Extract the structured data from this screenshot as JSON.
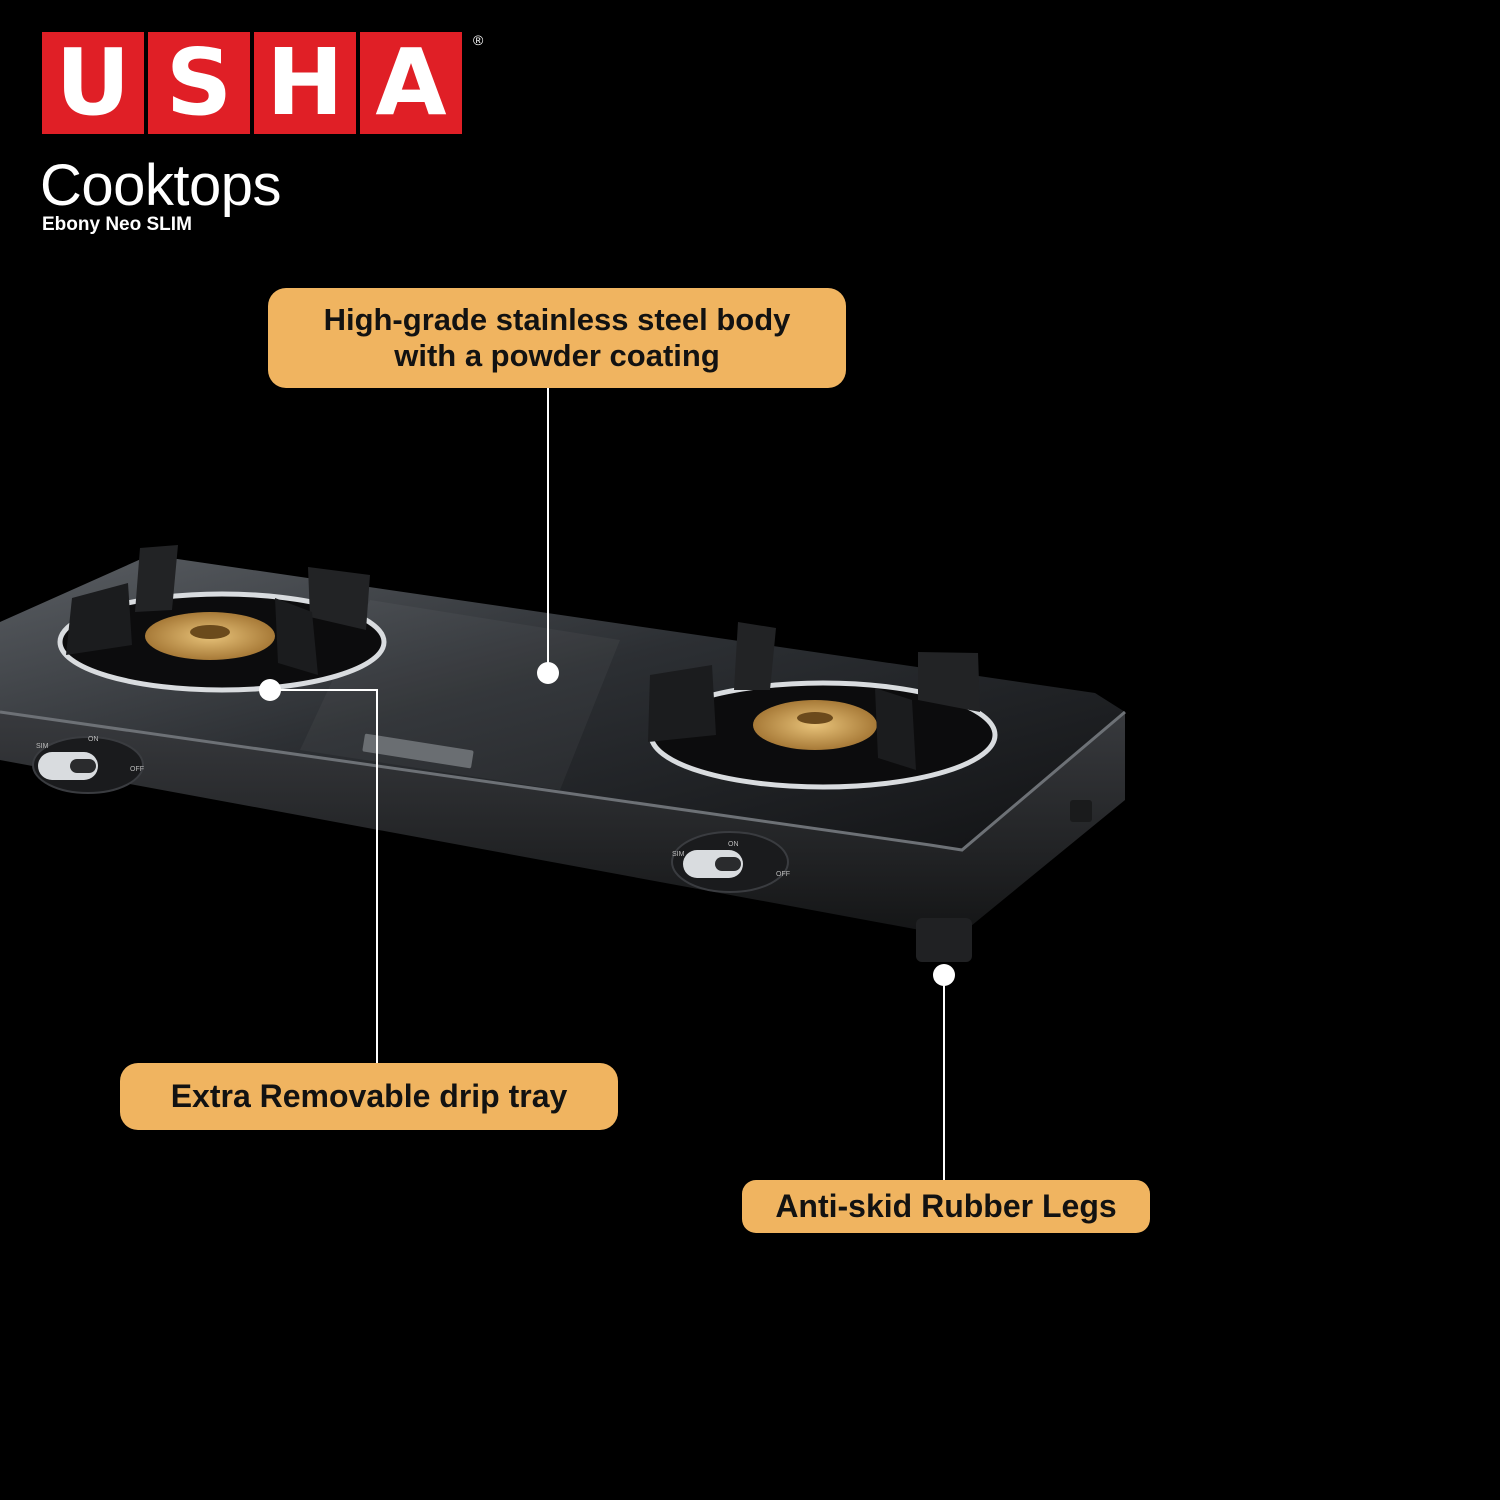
{
  "brand": {
    "letters": [
      "U",
      "S",
      "H",
      "A"
    ],
    "registered_mark": "®",
    "color": "#e01f26"
  },
  "product": {
    "line": "Cooktops",
    "model": "Ebony Neo SLIM"
  },
  "callouts": {
    "body_line1": "High-grade stainless steel body",
    "body_line2": "with a powder coating",
    "drip_tray": "Extra Removable drip tray",
    "legs": "Anti-skid Rubber Legs",
    "color": "#f0b460"
  },
  "knob_labels": {
    "on": "ON",
    "off": "OFF",
    "sim": "SIM"
  }
}
